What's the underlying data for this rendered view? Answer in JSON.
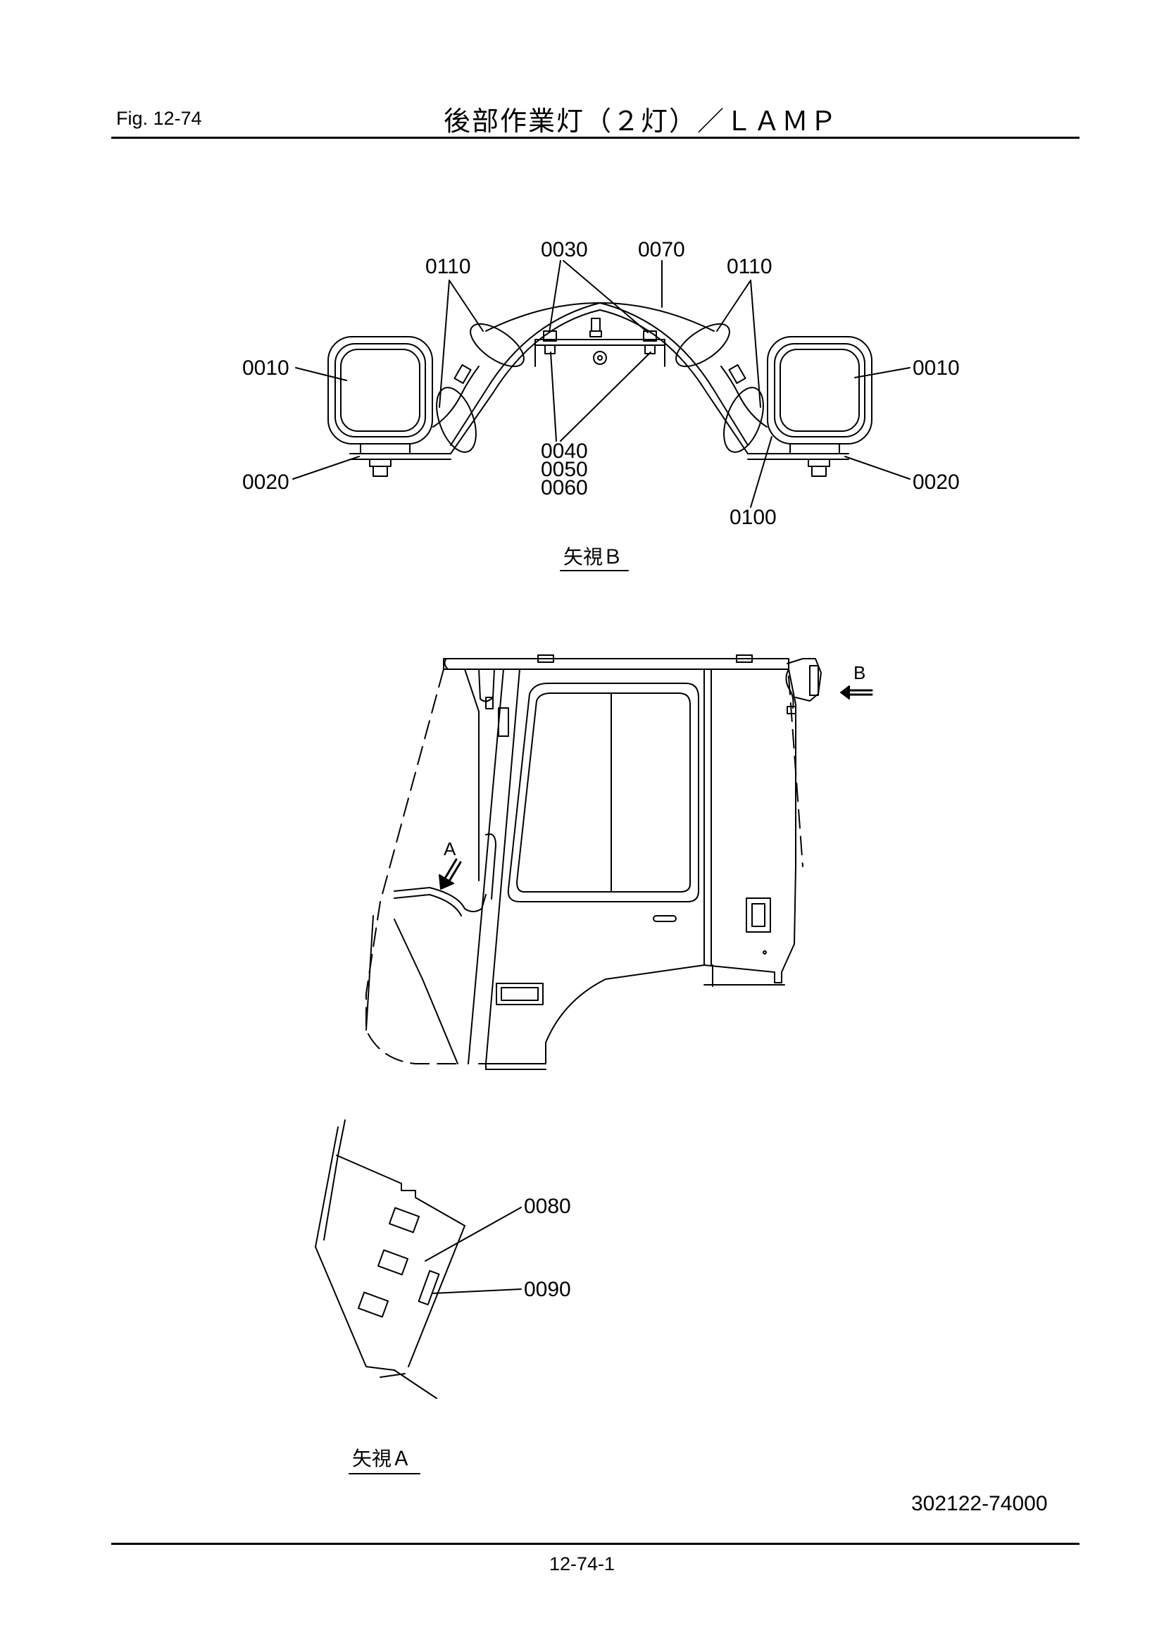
{
  "header": {
    "fig_label": "Fig.  12-74",
    "title": "後部作業灯（２灯）／ＬＡＭＰ"
  },
  "views": {
    "view_b_caption": "矢視Ｂ",
    "view_a_caption": "矢視Ａ",
    "arrow_a": "A",
    "arrow_b": "B"
  },
  "parts": {
    "p0010": "0010",
    "p0020": "0020",
    "p0030": "0030",
    "p0040": "0040",
    "p0050": "0050",
    "p0060": "0060",
    "p0070": "0070",
    "p0080": "0080",
    "p0090": "0090",
    "p0100": "0100",
    "p0110": "0110"
  },
  "drawing_number": "302122-74000",
  "footer": {
    "page_number": "12-74-1"
  }
}
